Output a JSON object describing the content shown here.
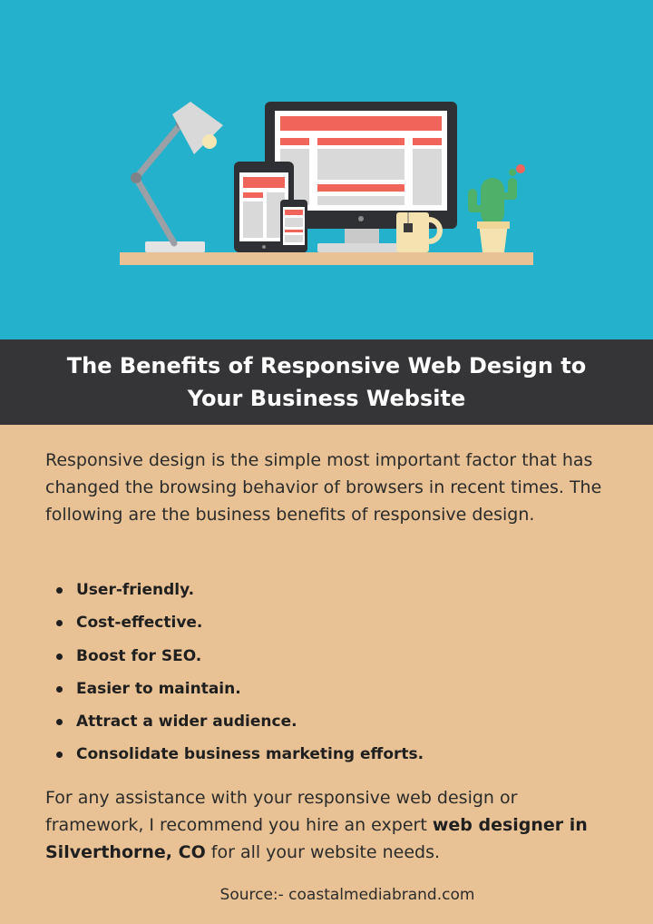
{
  "header": {
    "title": "The Benefits of Responsive Web Design to Your Business Website"
  },
  "hero": {
    "background_color": "#24b1cb",
    "illustration_icons": [
      "desk-lamp-icon",
      "desktop-monitor-icon",
      "tablet-icon",
      "smartphone-icon",
      "coffee-mug-icon",
      "cactus-plant-icon"
    ]
  },
  "body": {
    "intro": "Responsive design is the simple most important factor that has changed the browsing behavior of browsers in recent times. The following are the business benefits of responsive design.",
    "benefits": [
      "User-friendly.",
      "Cost-effective.",
      "Boost for SEO.",
      "Easier to maintain.",
      "Attract a wider audience.",
      "Consolidate business marketing efforts."
    ],
    "outro_before": "For any assistance with your responsive web design or framework, I recommend you hire an expert ",
    "outro_link": "web designer in Silverthorne, CO",
    "outro_after": " for all your website needs.",
    "source": "Source:- coastalmediabrand.com"
  },
  "colors": {
    "title_band": "#353537",
    "body_background": "#e8c295",
    "accent_red": "#f0645a"
  }
}
